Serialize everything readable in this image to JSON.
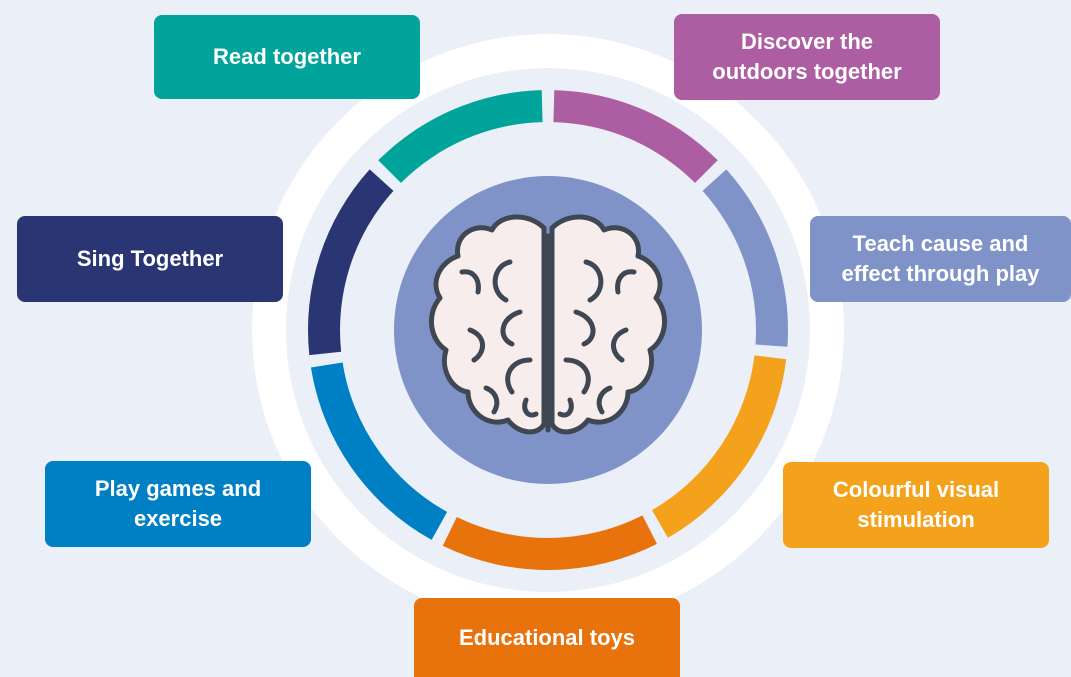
{
  "colors": {
    "background": "#ebeff8",
    "ring_halo": "#ffffff",
    "inner_disc": "#7f93c9",
    "brain_fill": "#f8eded",
    "brain_stroke": "#3f4752"
  },
  "center": {
    "icon": "brain-icon"
  },
  "activities": [
    {
      "id": "read-together",
      "lines": [
        "Read together"
      ],
      "color": "#00a49a"
    },
    {
      "id": "discover-outdoors",
      "lines": [
        "Discover the",
        "outdoors together"
      ],
      "color": "#ad5ea2"
    },
    {
      "id": "teach-cause-effect",
      "lines": [
        "Teach cause and",
        "effect through play"
      ],
      "color": "#7f93c9"
    },
    {
      "id": "colourful-visual",
      "lines": [
        "Colourful visual",
        "stimulation"
      ],
      "color": "#f4a21c"
    },
    {
      "id": "educational-toys",
      "lines": [
        "Educational toys"
      ],
      "color": "#e8720c"
    },
    {
      "id": "play-games",
      "lines": [
        "Play games and",
        "exercise"
      ],
      "color": "#0080c4"
    },
    {
      "id": "sing-together",
      "lines": [
        "Sing Together"
      ],
      "color": "#2a3573"
    }
  ]
}
